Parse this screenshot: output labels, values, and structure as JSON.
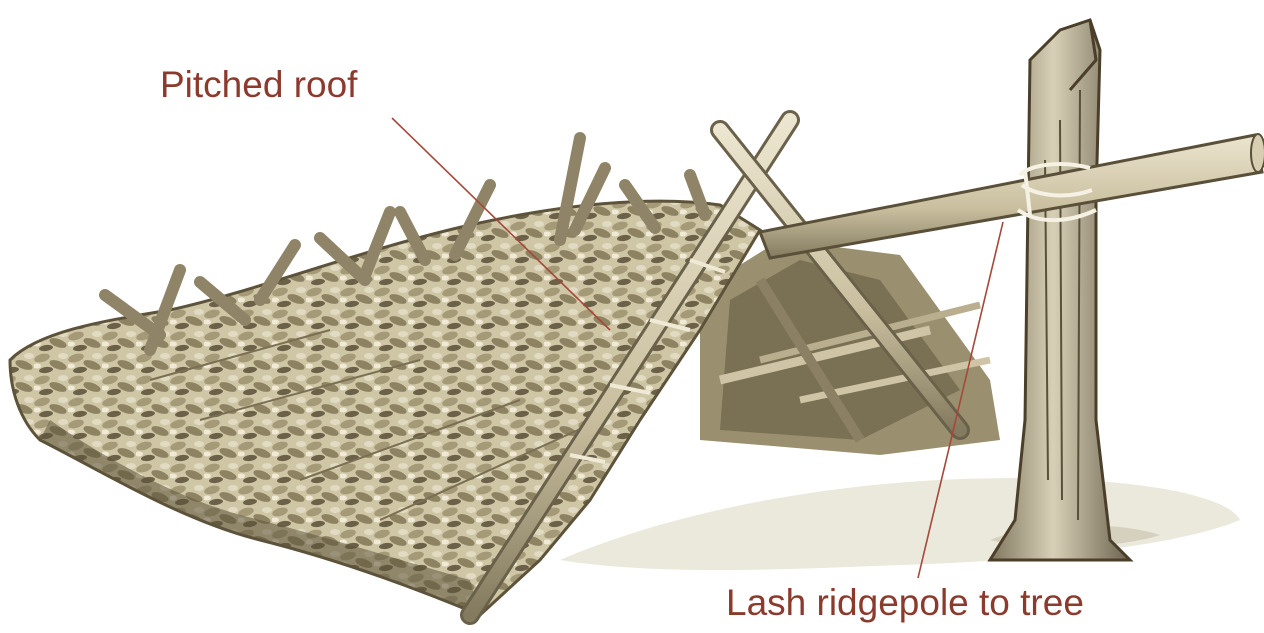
{
  "labels": {
    "pitched_roof": "Pitched roof",
    "lash_ridgepole": "Lash ridgepole to tree"
  },
  "colors": {
    "label_text": "#8c3a2c",
    "leader_line": "#a4493a",
    "ink": "#4b3f2a",
    "wood_light": "#dcd3b8",
    "wood_shade": "#8f8467",
    "leaves": "#b8ad8c",
    "leaves_dark": "#5d533b",
    "ground": "#ebe8dc"
  },
  "icons": [
    "lean-to-shelter-illustration",
    "tree-icon",
    "ridgepole-icon",
    "lashing-icon"
  ]
}
